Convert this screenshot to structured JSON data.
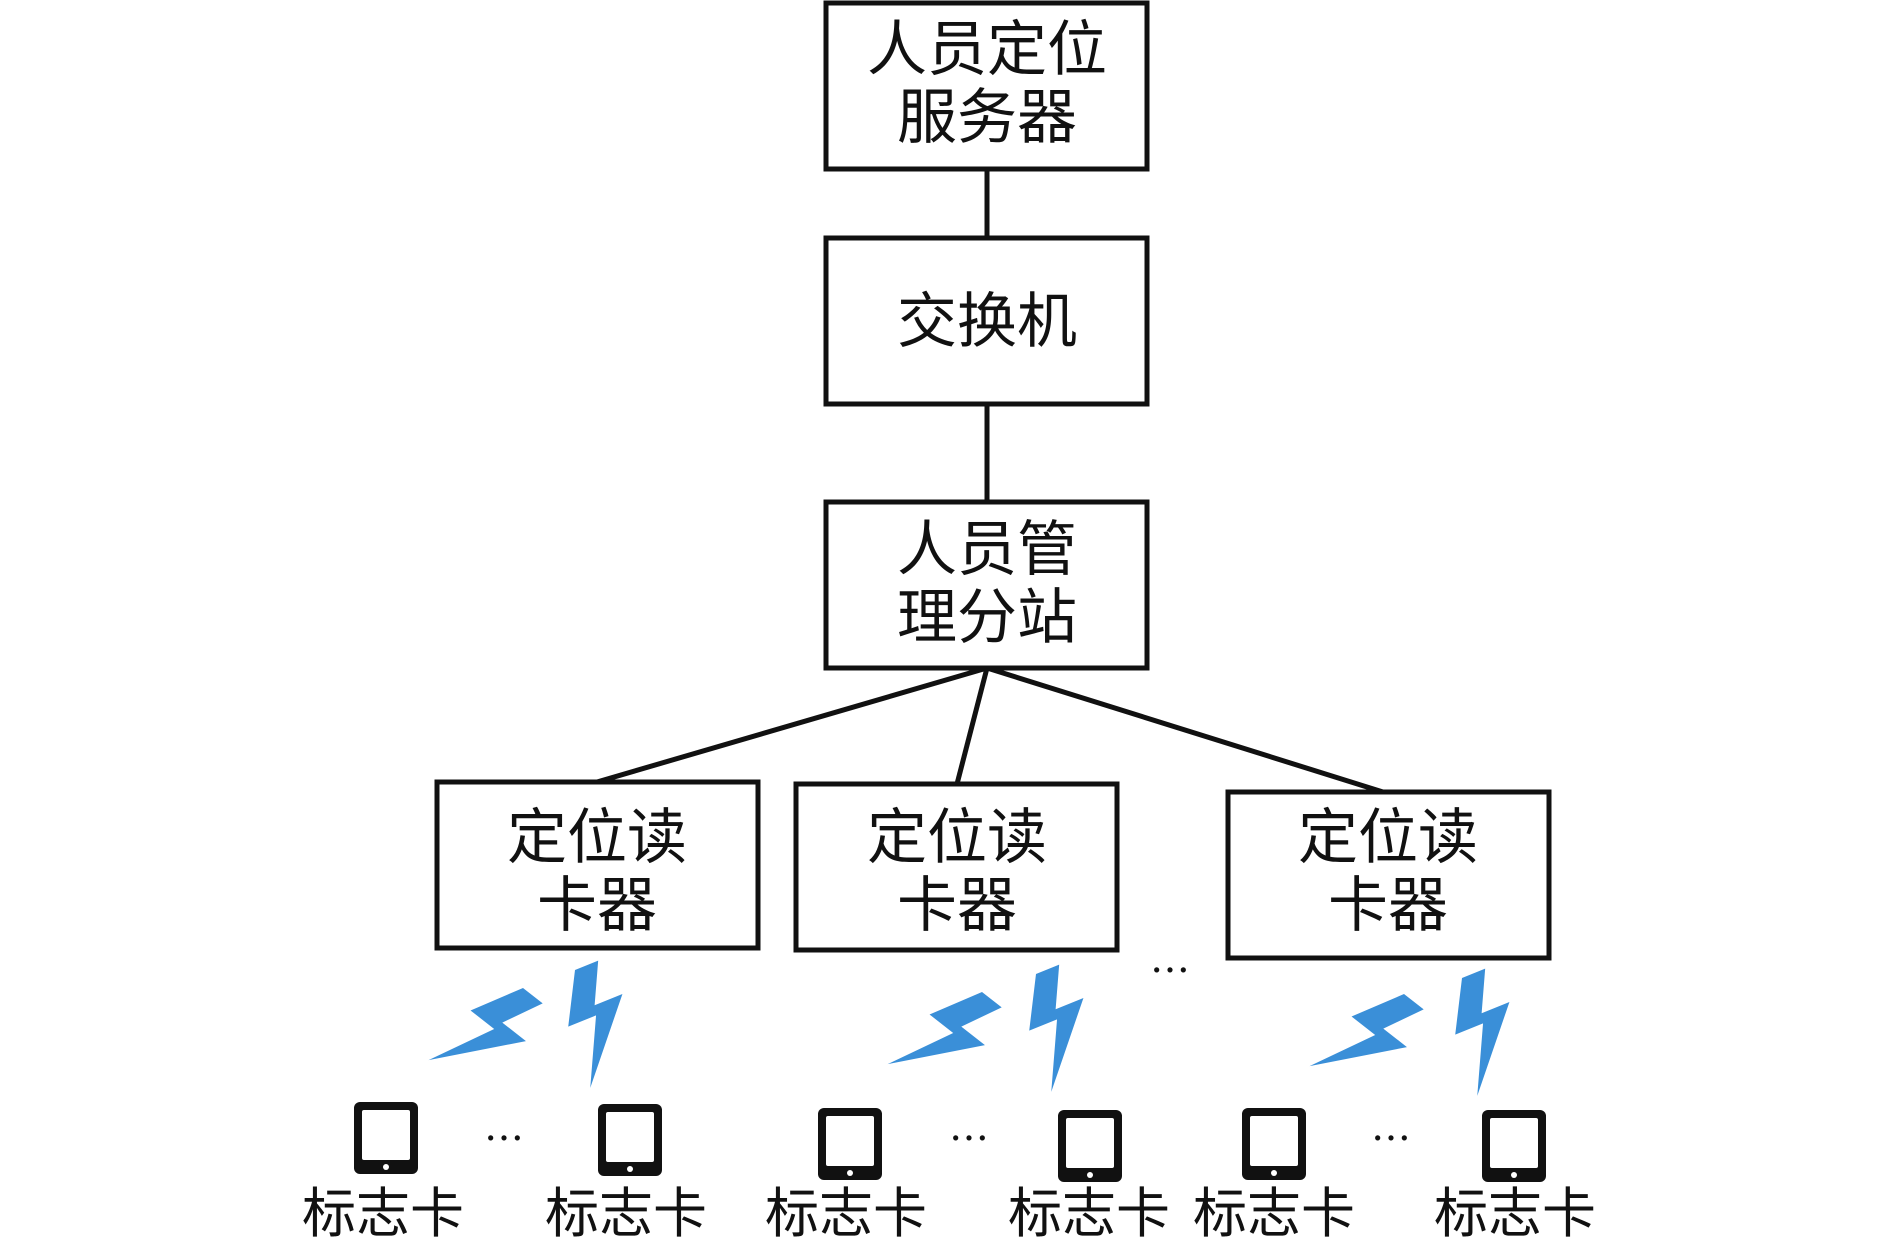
{
  "nodes": {
    "server": {
      "line1": "人员定位",
      "line2": "服务器"
    },
    "switch": {
      "line1": "交换机"
    },
    "substation": {
      "line1": "人员管",
      "line2": "理分站"
    },
    "readers": [
      {
        "line1": "定位读",
        "line2": "卡器"
      },
      {
        "line1": "定位读",
        "line2": "卡器"
      },
      {
        "line1": "定位读",
        "line2": "卡器"
      }
    ]
  },
  "reader_gap_ellipsis": "…",
  "tags": [
    {
      "label": "标志卡"
    },
    {
      "label": "标志卡"
    },
    {
      "label": "标志卡"
    },
    {
      "label": "标志卡"
    },
    {
      "label": "标志卡"
    },
    {
      "label": "标志卡"
    }
  ],
  "tag_gap_ellipsis": [
    "…",
    "…",
    "…"
  ],
  "colors": {
    "box_border": "#111111",
    "wireless_signal": "#3a8fd8",
    "text": "#111111"
  },
  "icons": {
    "signal": "lightning-bolt-icon",
    "tag": "tag-card-icon"
  }
}
